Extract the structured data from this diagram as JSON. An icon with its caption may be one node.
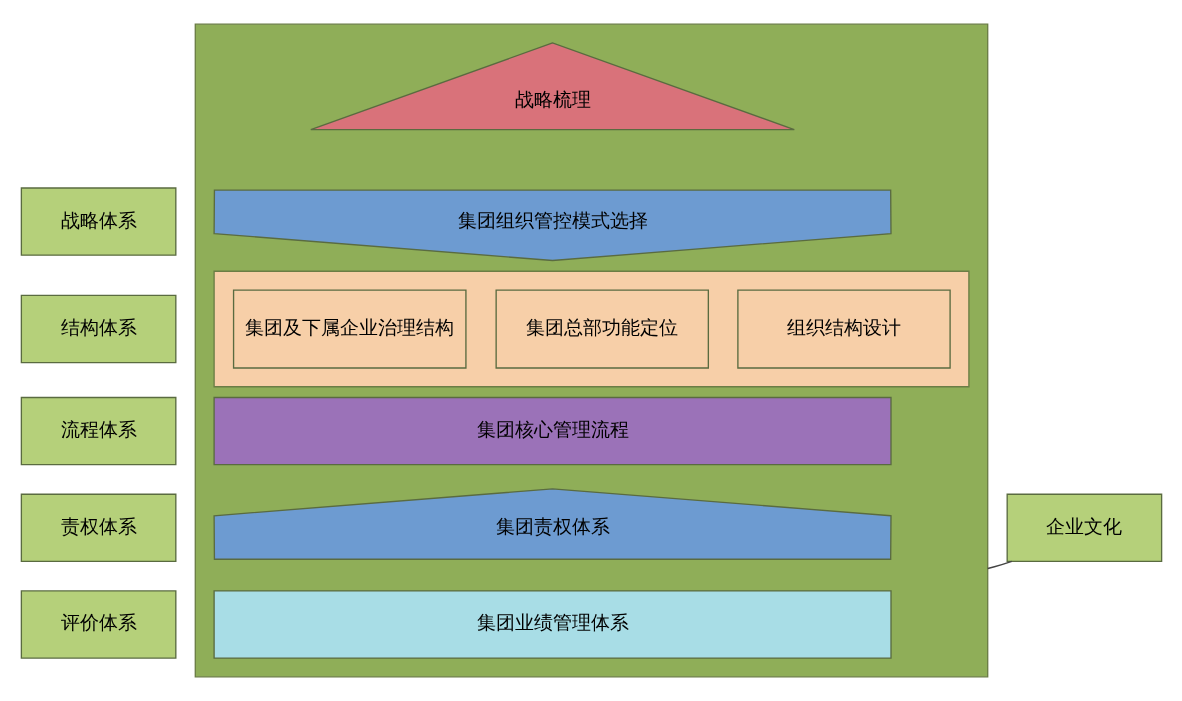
{
  "diagram": {
    "nodes": [
      {
        "text": [],
        "shape": "box"
      },
      {
        "text": [
          "战略梳理"
        ],
        "in": 0
      },
      {
        "text": [
          "战略体系"
        ]
      },
      {
        "text": [
          "集团组织管控模式选择"
        ],
        "in": 0
      },
      {
        "text": [
          "结构体系"
        ]
      },
      {
        "text": [],
        "shape": "box",
        "in": 0
      },
      {
        "text": [
          "集团及下属企业治理结构"
        ],
        "in": 5
      },
      {
        "text": [
          "集团总部功能定位"
        ],
        "in": 5
      },
      {
        "text": [
          "组织结构设计"
        ],
        "in": 5
      },
      {
        "text": [
          "流程体系"
        ]
      },
      {
        "text": [
          "集团核心管理流程"
        ],
        "in": 0
      },
      {
        "text": [
          "责权体系"
        ]
      },
      {
        "text": [
          "集团责权体系"
        ],
        "in": 0
      },
      {
        "text": [
          "评价体系"
        ]
      },
      {
        "text": [
          "集团业绩管理体系"
        ],
        "in": 0
      },
      {
        "text": [
          "企业文化"
        ]
      }
    ],
    "edges": [
      {
        "from": 15,
        "to": 0,
        "arrow": "none"
      }
    ]
  }
}
